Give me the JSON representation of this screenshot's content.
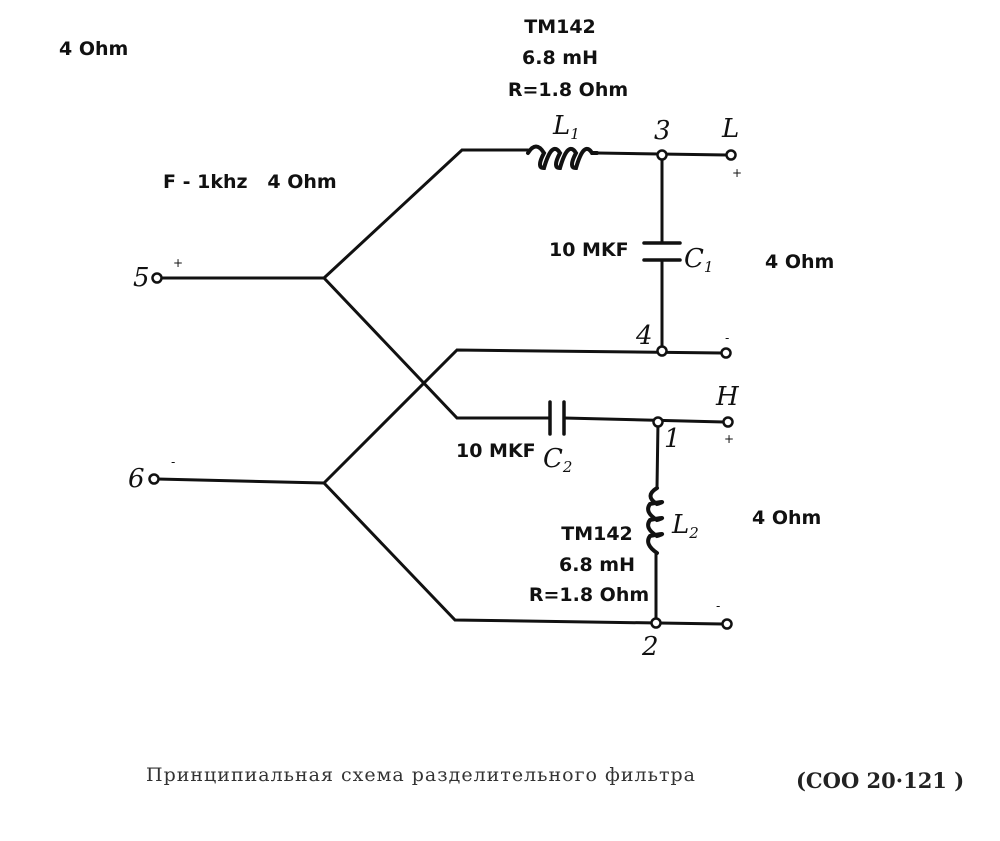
{
  "annotations": {
    "top_left": "4 Ohm",
    "frequency_impedance": "F - 1khz   4 Ohm",
    "l1_model": "TM142",
    "l1_inductance": "6.8 mH",
    "l1_resistance": "R=1.8 Ohm",
    "c1_value": "10 MKF",
    "c2_value": "10 MKF",
    "l2_model": "TM142",
    "l2_inductance": "6.8 mH",
    "l2_resistance": "R=1.8 Ohm",
    "low_out_impedance": "4 Ohm",
    "high_out_impedance": "4 Ohm"
  },
  "components": {
    "L1": {
      "label": "L",
      "sub": "1"
    },
    "L2": {
      "label": "L",
      "sub": "2"
    },
    "C1": {
      "label": "C",
      "sub": "1"
    },
    "C2": {
      "label": "C",
      "sub": "2"
    }
  },
  "nodes": {
    "n1": "1",
    "n2": "2",
    "n3": "3",
    "n4": "4",
    "n5": "5",
    "n6": "6"
  },
  "outputs": {
    "low": "L",
    "high": "H"
  },
  "polarity": {
    "plus": "+",
    "minus": "-"
  },
  "caption": {
    "text": "Принципиальная схема разделительного фильтра",
    "code": "(СОО 20·121 )"
  }
}
